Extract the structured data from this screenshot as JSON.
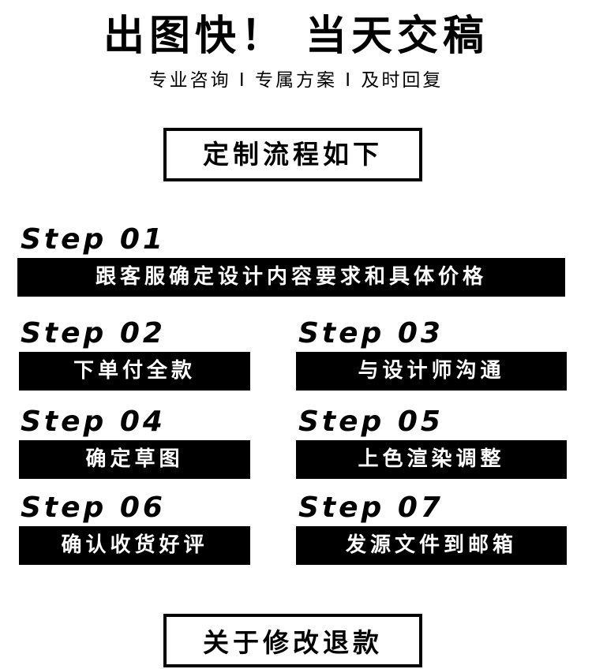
{
  "header": {
    "title": "出图快！ 当天交稿",
    "subtitle": "专业咨询 I 专属方案 I 及时回复"
  },
  "process_box": {
    "label": "定制流程如下"
  },
  "steps": [
    {
      "label": "Step 01",
      "text": "跟客服确定设计内容要求和具体价格"
    },
    {
      "label": "Step 02",
      "text": "下单付全款"
    },
    {
      "label": "Step 03",
      "text": "与设计师沟通"
    },
    {
      "label": "Step 04",
      "text": "确定草图"
    },
    {
      "label": "Step 05",
      "text": "上色渲染调整"
    },
    {
      "label": "Step 06",
      "text": "确认收货好评"
    },
    {
      "label": "Step 07",
      "text": "发源文件到邮箱"
    }
  ],
  "bottom_box": {
    "label": "关于修改退款"
  },
  "colors": {
    "bar": "#000000",
    "bar_text": "#ffffff",
    "background": "#ffffff"
  }
}
